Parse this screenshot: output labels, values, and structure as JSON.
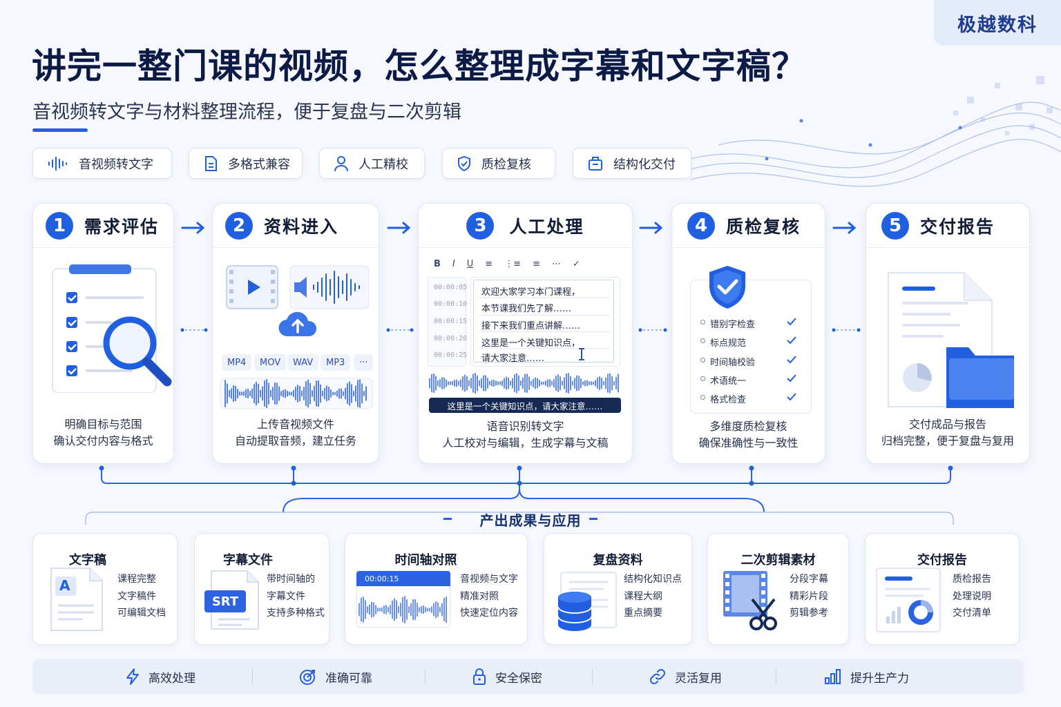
{
  "brand": "极越数科",
  "title": "讲完一整门课的视频，怎么整理成字幕和文字稿？",
  "subtitle": "音视频转文字与材料整理流程，便于复盘与二次剪辑",
  "features": [
    "音视频转文字",
    "多格式兼容",
    "人工精校",
    "质检复核",
    "结构化交付"
  ],
  "steps": [
    {
      "num": "1",
      "title": "需求评估",
      "desc": [
        "明确目标与范围",
        "确认交付内容与格式"
      ]
    },
    {
      "num": "2",
      "title": "资料进入",
      "desc": [
        "上传音视频文件",
        "自动提取音频，建立任务"
      ],
      "formats": [
        "MP4",
        "MOV",
        "WAV",
        "MP3",
        "···"
      ]
    },
    {
      "num": "3",
      "title": "人工处理",
      "desc": [
        "语音识别转文字",
        "人工校对与编辑，生成字幕与文稿"
      ],
      "toolbar": [
        "B",
        "I",
        "U",
        "≡",
        "⋮≡",
        "≡",
        "⋯",
        "✓"
      ],
      "timestamps": [
        "00:00:05",
        "00:00:10",
        "00:00:15",
        "00:00:20",
        "00:00:25"
      ],
      "lines": [
        "欢迎大家学习本门课程，",
        "本节课我们先了解……",
        "接下来我们重点讲解……",
        "这里是一个关键知识点，",
        "请大家注意……"
      ],
      "caption": "这里是一个关键知识点，请大家注意……"
    },
    {
      "num": "4",
      "title": "质检复核",
      "desc": [
        "多维度质检复核",
        "确保准确性与一致性"
      ],
      "checks": [
        "错别字检查",
        "标点规范",
        "时间轴校验",
        "术语统一",
        "格式检查"
      ]
    },
    {
      "num": "5",
      "title": "交付报告",
      "desc": [
        "交付成品与报告",
        "归档完整，便于复盘与复用"
      ]
    }
  ],
  "outputs_heading": "产出成果与应用",
  "outputs": [
    {
      "title": "文字稿",
      "lines": [
        "课程完整",
        "文字稿件",
        "可编辑文档"
      ],
      "badge": "A"
    },
    {
      "title": "字幕文件",
      "lines": [
        "带时间轴的",
        "字幕文件",
        "支持多种格式"
      ],
      "badge": "SRT"
    },
    {
      "title": "时间轴对照",
      "lines": [
        "音视频与文字",
        "精准对照",
        "快速定位内容"
      ],
      "badge": "00:00:15"
    },
    {
      "title": "复盘资料",
      "lines": [
        "结构化知识点",
        "课程大纲",
        "重点摘要"
      ]
    },
    {
      "title": "二次剪辑素材",
      "lines": [
        "分段字幕",
        "精彩片段",
        "剪辑参考"
      ]
    },
    {
      "title": "交付报告",
      "lines": [
        "质检报告",
        "处理说明",
        "交付清单"
      ]
    }
  ],
  "benefits": [
    "高效处理",
    "准确可靠",
    "安全保密",
    "灵活复用",
    "提升生产力"
  ],
  "colors": {
    "accent": "#1f5fe0",
    "dark": "#0c1b45",
    "light": "#e9eef9"
  }
}
